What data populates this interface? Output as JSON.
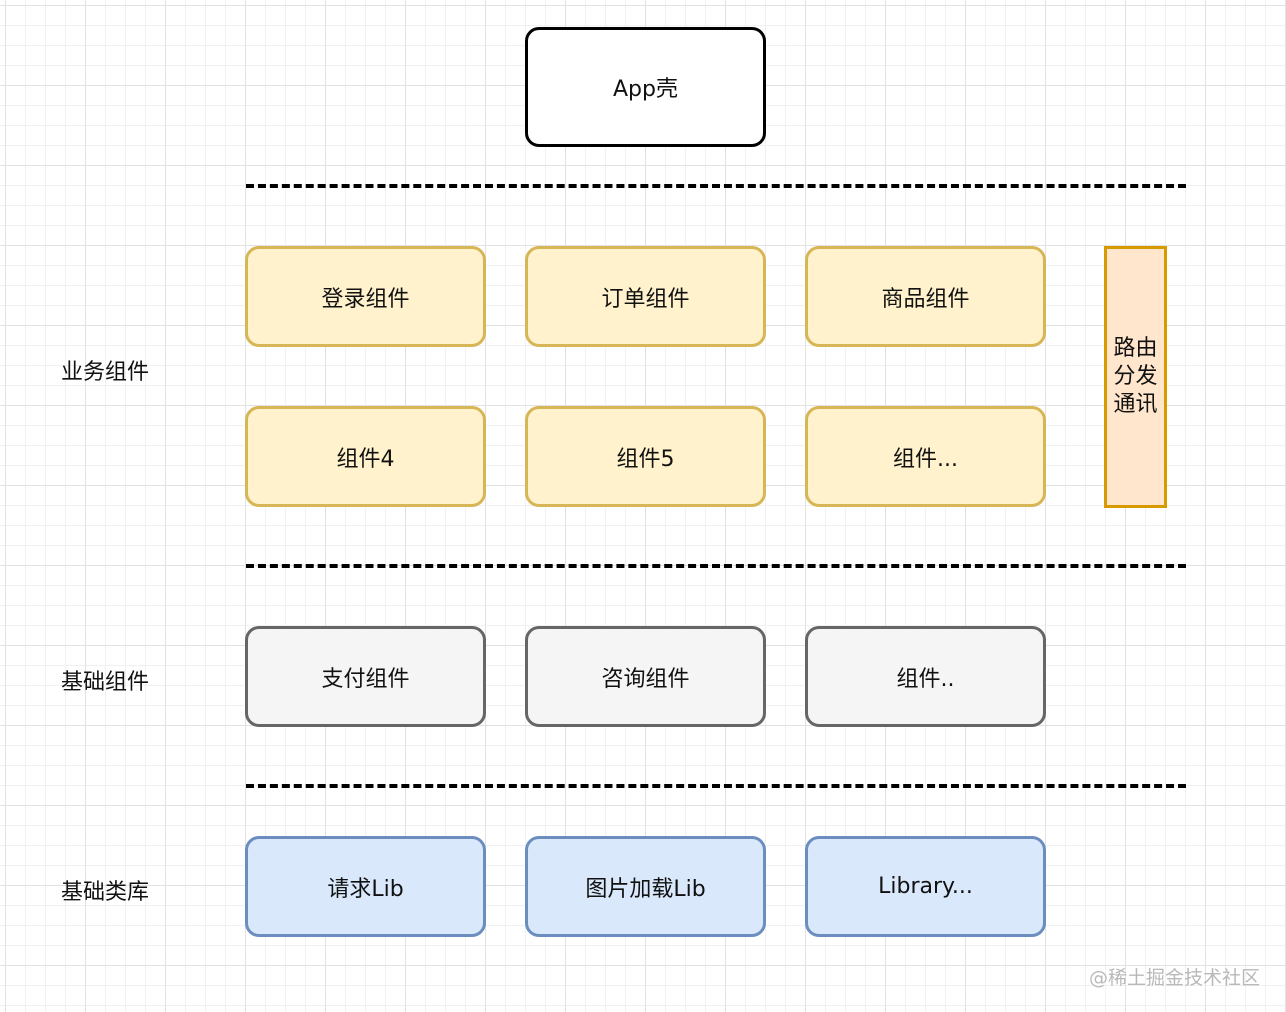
{
  "app": {
    "label": "App壳"
  },
  "rows": {
    "business": "业务组件",
    "base": "基础组件",
    "libs": "基础类库"
  },
  "business": {
    "login": "登录组件",
    "order": "订单组件",
    "product": "商品组件",
    "c4": "组件4",
    "c5": "组件5",
    "more": "组件..."
  },
  "router": {
    "label": "路由分发通讯"
  },
  "base": {
    "pay": "支付组件",
    "consult": "咨询组件",
    "more": "组件.."
  },
  "libs": {
    "request": "请求Lib",
    "image": "图片加载Lib",
    "more": "Library..."
  },
  "watermark": "@稀土掘金技术社区",
  "colors": {
    "business_fill": "#fff2cc",
    "business_stroke": "#d6b656",
    "base_fill": "#f5f5f5",
    "base_stroke": "#666666",
    "lib_fill": "#dae8fc",
    "lib_stroke": "#6c8ebf",
    "router_fill": "#ffe6cc",
    "router_stroke": "#d79b00"
  }
}
